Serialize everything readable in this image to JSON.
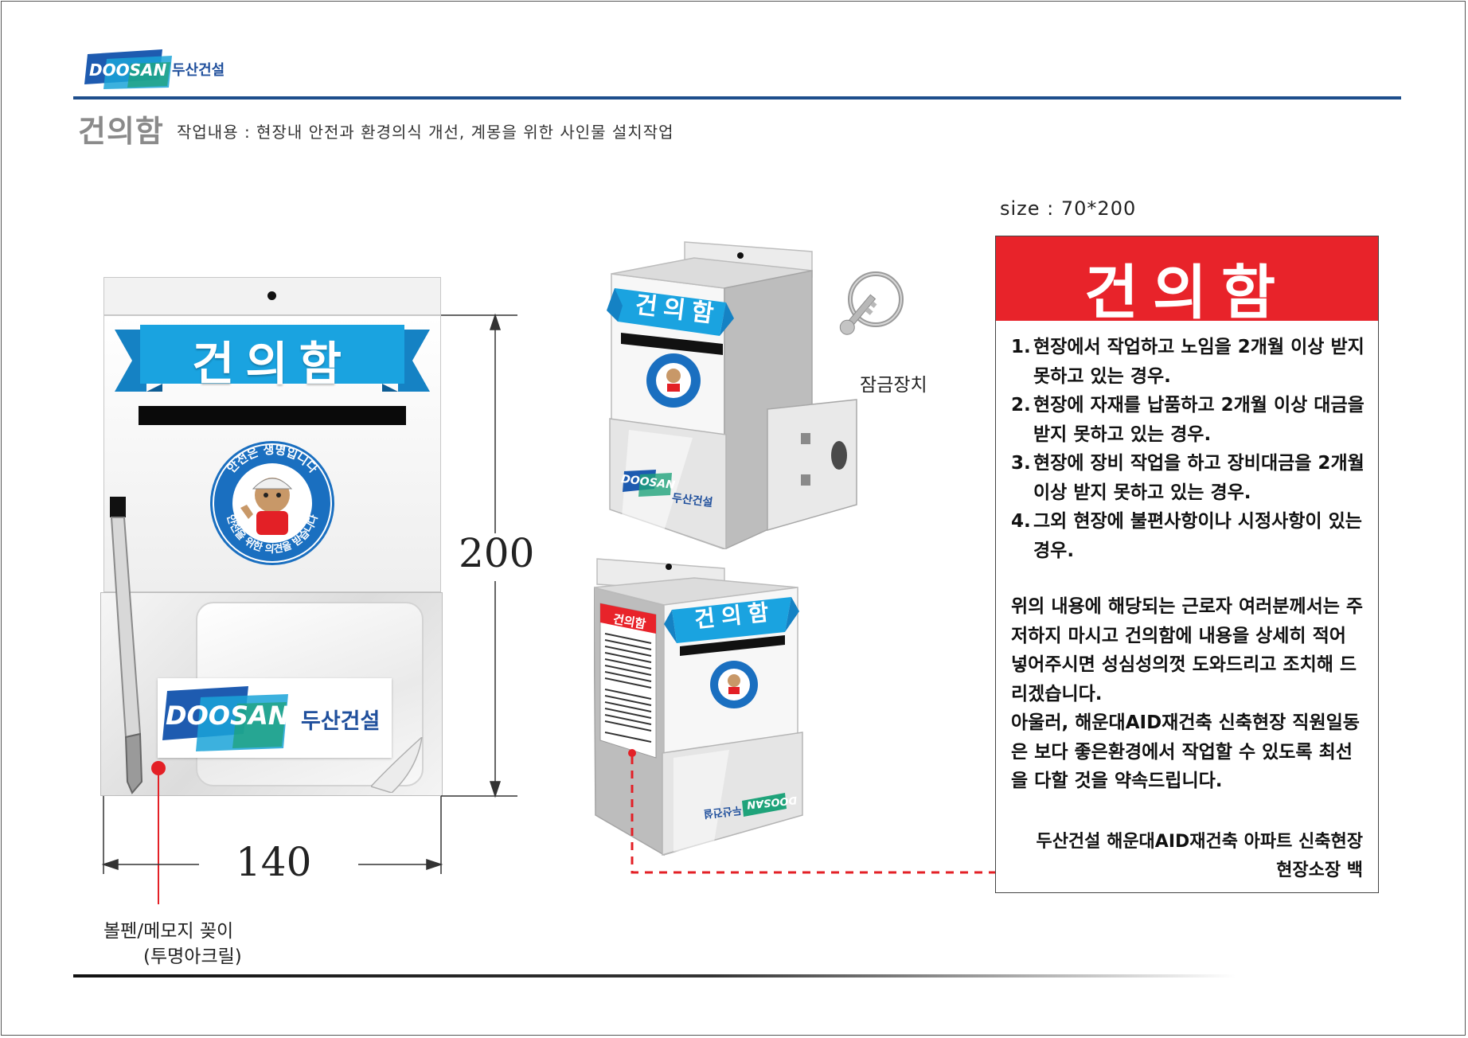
{
  "header": {
    "logo_en": "DOOSAN",
    "logo_ko": "두산건설",
    "title": "건의함",
    "subtitle": "작업내용 : 현장내 안전과 환경의식 개선, 계몽을 위한 사인물 설치작업"
  },
  "front_view": {
    "banner": "건의함",
    "emblem_top": "안전은 생명입니다",
    "emblem_bottom": "안전을 위한 의견을 받습니다",
    "card_en": "DOOSAN",
    "card_ko": "두산건설",
    "dim_height": "200",
    "dim_width": "140",
    "pocket_label_line1": "볼펜/메모지 꽂이",
    "pocket_label_line2": "(투명아크릴)"
  },
  "iso_view_1": {
    "banner": "건의함",
    "brand_en": "DOOSAN",
    "brand_ko": "두산건설",
    "lock_label": "잠금장치"
  },
  "iso_view_2": {
    "banner": "건의함",
    "side_title": "건의함",
    "brand_en": "DOOSAN",
    "brand_ko": "두산건설"
  },
  "sign": {
    "size": "size : 70*200",
    "title": "건의함",
    "items": [
      {
        "num": "1.",
        "text": "현장에서 작업하고 노임을 2개월 이상 받지 못하고 있는 경우."
      },
      {
        "num": "2.",
        "text": "현장에 자재를 납품하고 2개월 이상 대금을 받지 못하고 있는 경우."
      },
      {
        "num": "3.",
        "text": "현장에 장비 작업을 하고 장비대금을 2개월 이상 받지 못하고 있는 경우."
      },
      {
        "num": "4.",
        "text": "그외 현장에 불편사항이나 시정사항이 있는경우."
      }
    ],
    "paragraph1": "위의 내용에 해당되는 근로자 여러분께서는 주저하지 마시고 건의함에 내용을 상세히 적어 넣어주시면 성심성의껏 도와드리고 조치해 드리겠습니다.",
    "paragraph2": "아울러, 해운대AID재건축 신축현장 직원일동은 보다 좋은환경에서 작업할 수 있도록 최선을 다할 것을 약속드립니다.",
    "footer1": "두산건설 해운대AID재건축 아파트 신축현장",
    "footer2": "현장소장 백"
  },
  "colors": {
    "brand_navy": "#1e4e8c",
    "banner_blue": "#1aa3e0",
    "sign_red": "#e8232a",
    "accent_red": "#e32026"
  }
}
